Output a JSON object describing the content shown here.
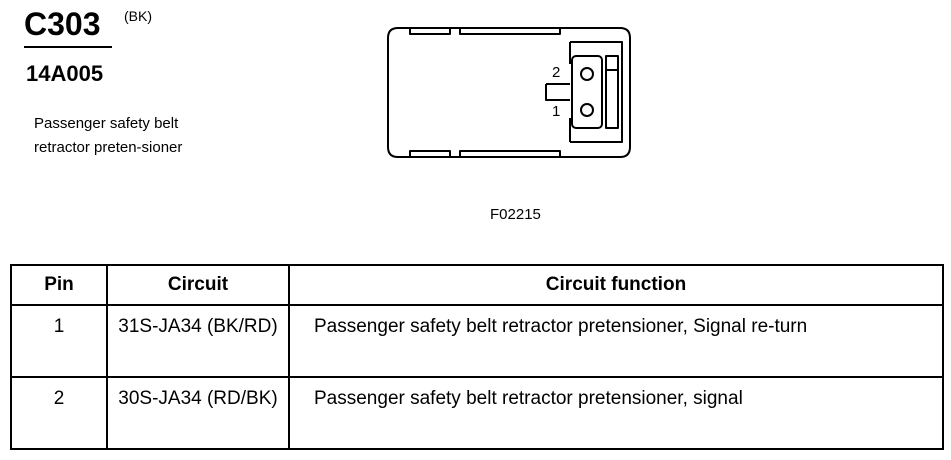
{
  "header": {
    "connector_id": "C303",
    "color_code": "(BK)",
    "part_number": "14A005",
    "description": "Passenger safety belt retractor preten-sioner"
  },
  "diagram": {
    "pin_labels": [
      "2",
      "1"
    ],
    "figure_id": "F02215"
  },
  "table": {
    "columns": [
      "Pin",
      "Circuit",
      "Circuit function"
    ],
    "rows": [
      {
        "pin": "1",
        "circuit": "31S-JA34 (BK/RD)",
        "function": "Passenger safety belt retractor pretensioner, Signal re-turn"
      },
      {
        "pin": "2",
        "circuit": "30S-JA34 (RD/BK)",
        "function": "Passenger safety belt retractor pretensioner, signal"
      }
    ]
  }
}
